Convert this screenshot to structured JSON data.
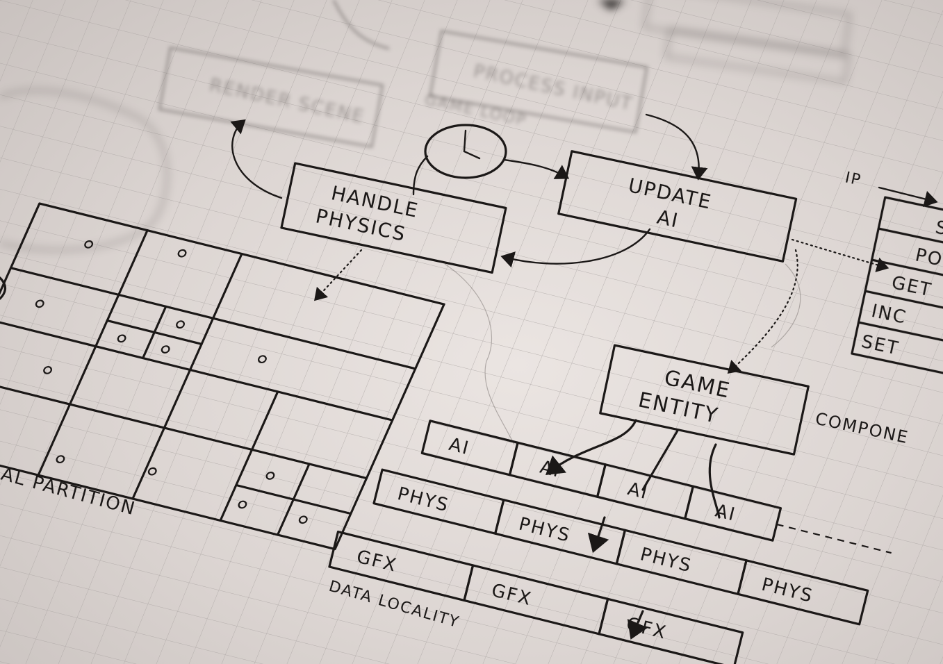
{
  "sketch": {
    "top_labels": {
      "render_scene": "RENDER SCENE",
      "process_input": "PROCESS INPUT",
      "game_loop": "GAME LOOP"
    },
    "loop_boxes": {
      "handle_physics_line1": "HANDLE",
      "handle_physics_line2": "PHYSICS",
      "update_ai_line1": "UPDATE",
      "update_ai_line2": "AI"
    },
    "partition_label": "AL PARTITION",
    "entity": {
      "line1": "GAME",
      "line2": "ENTITY",
      "side_label": "COMPONE"
    },
    "components": {
      "ai": [
        "AI",
        "AI",
        "AI",
        "AI"
      ],
      "phys": [
        "PHYS",
        "PHYS",
        "PHYS",
        "PHYS"
      ],
      "gfx": [
        "GFX",
        "GFX",
        "GFX"
      ],
      "footer": "DATA LOCALITY"
    },
    "side_list": {
      "header": "IP",
      "items": [
        "S",
        "PO",
        "GET",
        "INC",
        "SET"
      ]
    },
    "colors": {
      "paper": "#ebe5e2",
      "ink": "#1b1817",
      "grid": "#a9a3a1"
    }
  }
}
